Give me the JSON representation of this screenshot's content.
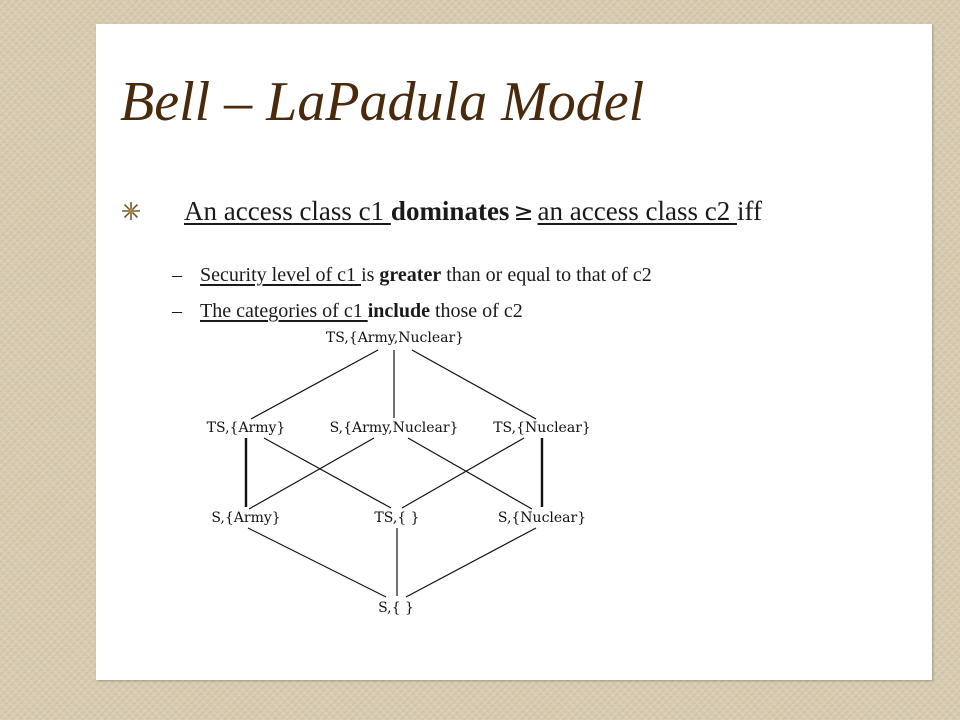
{
  "slide": {
    "title": "Bell – LaPadula Model",
    "bullet": {
      "prefix_u": "An access class c1 ",
      "dominates": "dominates",
      "symbol": "≥",
      "mid_u": "an access class c2 ",
      "suffix": "iff"
    },
    "sub_items": [
      {
        "dash": "–",
        "underlined": "Security level of c1 ",
        "plain1": "is ",
        "bold": "greater",
        "plain2": " than or equal to that of c2"
      },
      {
        "dash": "–",
        "underlined": "The categories of c1 ",
        "plain1": "",
        "bold": "include",
        "plain2": " those of c2"
      }
    ]
  },
  "lattice": {
    "nodes": {
      "top": "TS,{Army,Nuclear}",
      "ts_army": "TS,{Army}",
      "s_army_nuclear": "S,{Army,Nuclear}",
      "ts_nuclear": "TS,{Nuclear}",
      "s_army": "S,{Army}",
      "ts_empty": "TS,{ }",
      "s_nuclear": "S,{Nuclear}",
      "bottom": "S,{ }"
    }
  },
  "colors": {
    "title": "#4a2a0c",
    "background": "#d6c9ae",
    "panel": "#ffffff"
  }
}
